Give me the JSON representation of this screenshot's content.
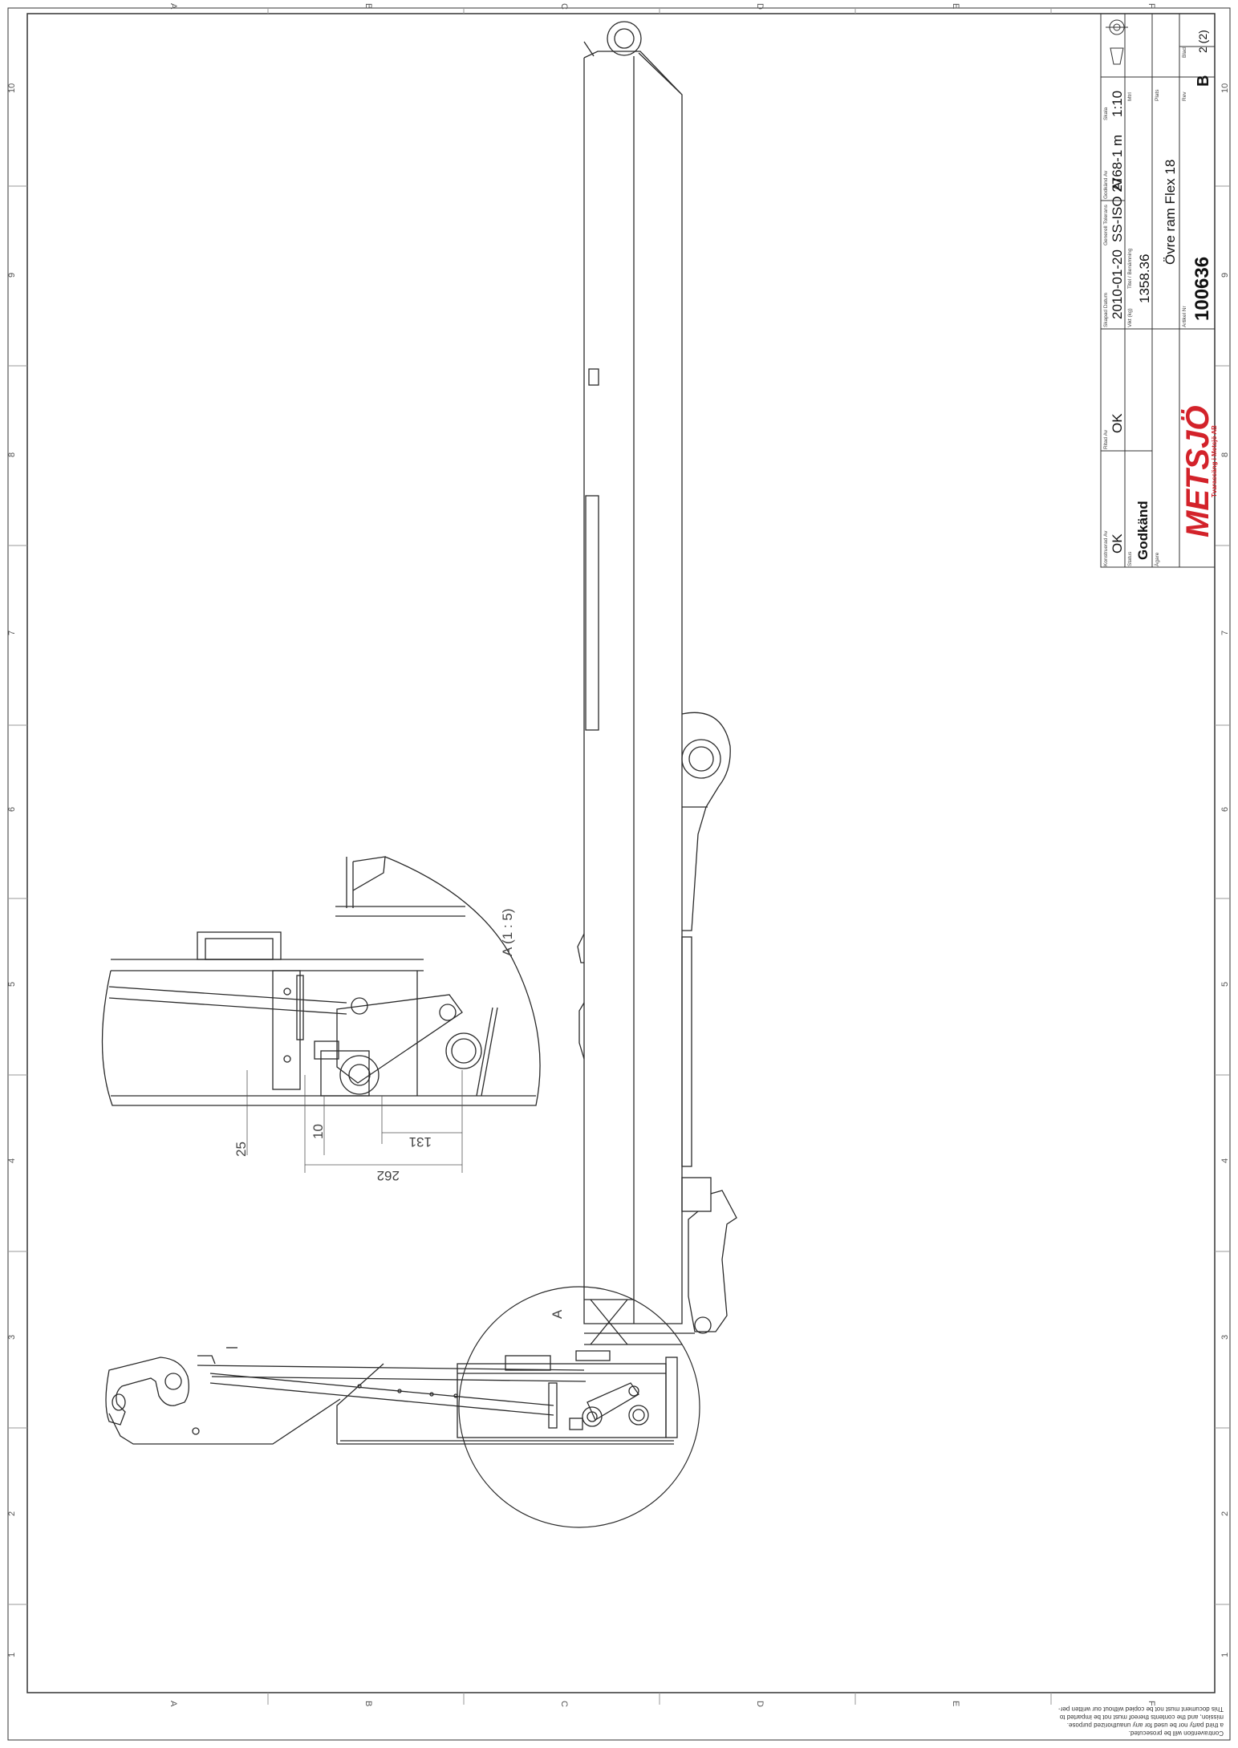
{
  "zones": {
    "columns": [
      "A",
      "B",
      "C",
      "D",
      "E",
      "F"
    ],
    "rows": [
      "10",
      "9",
      "8",
      "7",
      "6",
      "5",
      "4",
      "3",
      "2",
      "1"
    ]
  },
  "detail": {
    "label": "A (1 : 5)",
    "callout": "A",
    "dimensions": [
      "25",
      "10",
      "131",
      "262"
    ]
  },
  "title_block": {
    "constructed_by_caption": "Konstruerad Av",
    "constructed_by": "OK",
    "checked_by_caption": "Ritad Av",
    "checked_by": "OK",
    "date_caption": "Skapad Datum",
    "date": "2010-01-20",
    "approved_by_caption": "Godkänd Av",
    "approved_by": "AI",
    "tolerance_caption": "Generell Tolerans",
    "tolerance": "SS-ISO 2768-1 m",
    "scale_caption": "Skala",
    "scale": "1:10",
    "status_caption": "Status",
    "status": "Godkänd",
    "weight_caption": "Vikt (kg)",
    "weight": "1358.36",
    "title_caption": "Titel / Benämning",
    "title": "Övre ram Flex 18",
    "owner_caption": "Ägare",
    "material_caption": "Mtrl",
    "place_caption": "Plats",
    "article_caption": "Artikel Nr",
    "article_no": "100636",
    "revision_caption": "Rev",
    "revision": "B",
    "sheet_caption": "Blad",
    "sheet": "2 (2)",
    "logo_text": "METSJÖ",
    "logo_subtext": "Tvarassäng i Metsjö AB"
  },
  "footer_note": [
    "This document must not be copied without our written per-",
    "mission, and the contents thereof must not be imparted to",
    "a third party nor be used for any unauthorized purpose.",
    "Contravention will be prosecuted."
  ],
  "colors": {
    "line": "#2a2a2a",
    "logo": "#d3222a"
  }
}
